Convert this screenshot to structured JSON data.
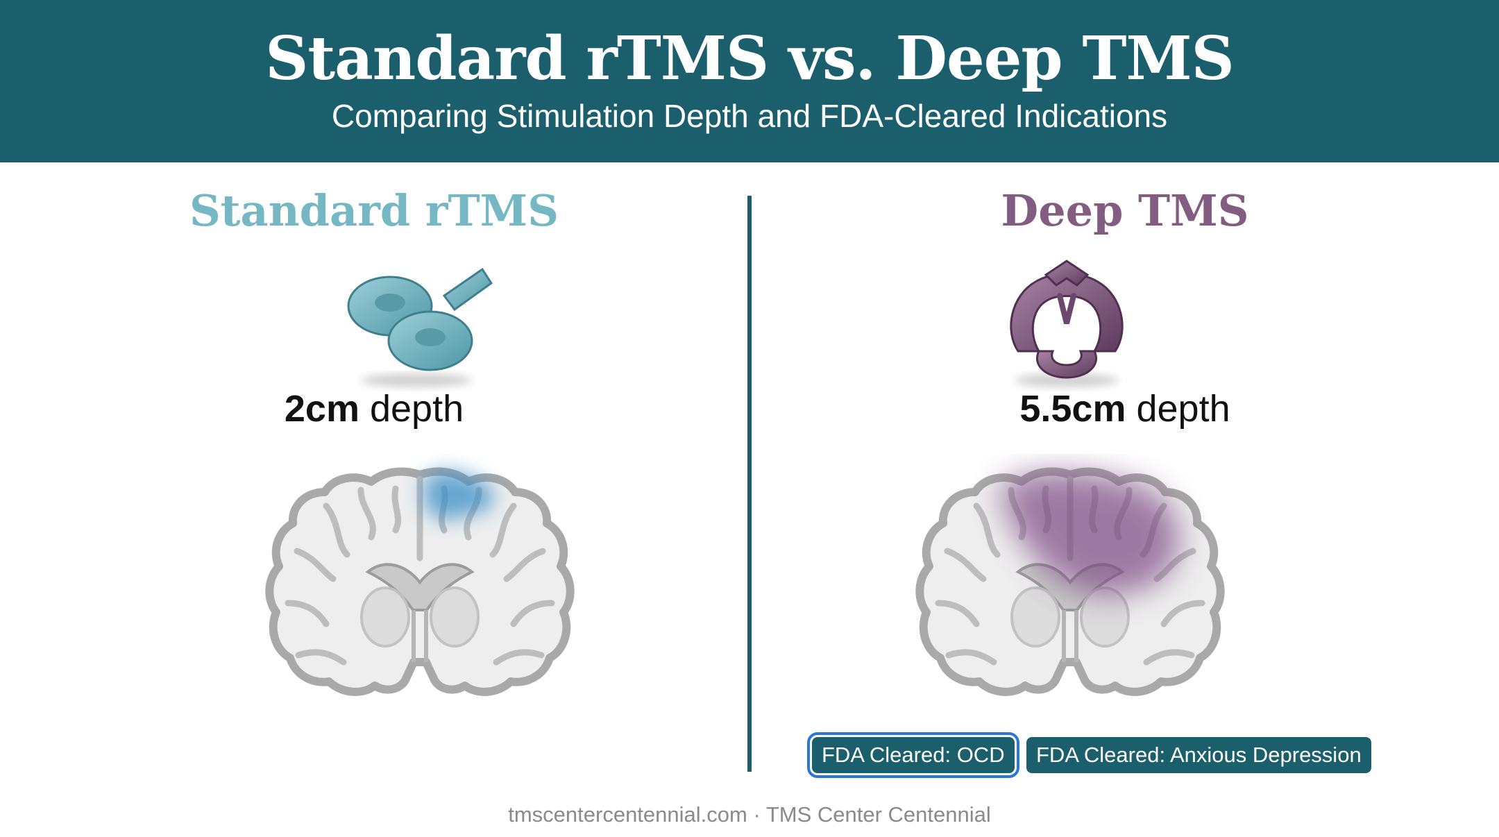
{
  "header": {
    "title": "Standard rTMS vs. Deep TMS",
    "subtitle": "Comparing Stimulation Depth and FDA-Cleared Indications"
  },
  "colors": {
    "header_bg": "#1b5f6d",
    "standard_accent": "#75b7c3",
    "deep_accent": "#835c82",
    "standard_stim": "#3a8fc7",
    "deep_stim": "#7a4a82",
    "badge_outline": "#2a78d6"
  },
  "left": {
    "title": "Standard rTMS",
    "coil_icon": "figure-eight-coil-icon",
    "depth_value": "2cm",
    "depth_label": " depth",
    "stimulation_depth_cm": 2
  },
  "right": {
    "title": "Deep TMS",
    "coil_icon": "h-coil-icon",
    "depth_value": "5.5cm",
    "depth_label": " depth",
    "stimulation_depth_cm": 5.5,
    "badges": [
      "FDA Cleared: OCD",
      "FDA Cleared: Anxious Depression"
    ]
  },
  "footer": {
    "text": "tmscentercentennial.com · TMS Center Centennial"
  }
}
